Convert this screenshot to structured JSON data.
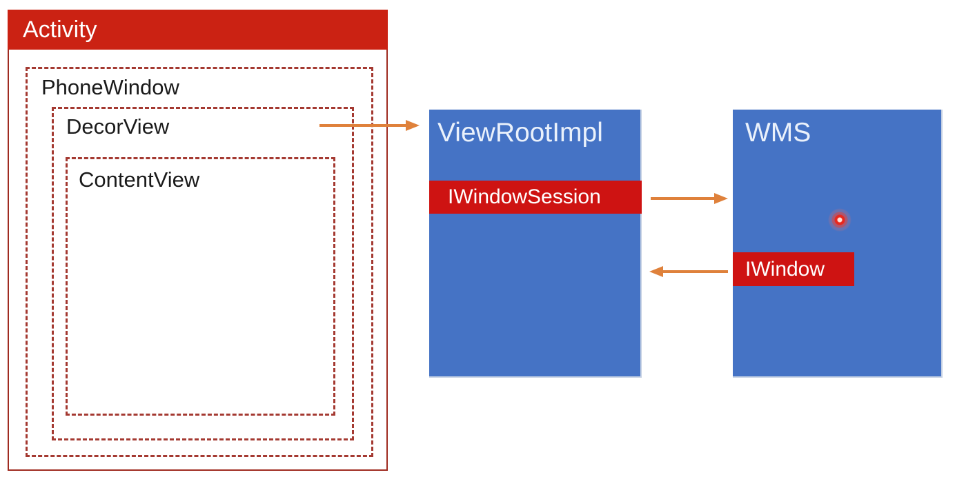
{
  "colors": {
    "header-red": "#CB2213",
    "accent-red": "#CE1312",
    "solid-border-red": "#9F2B20",
    "dashed-border-red": "#A43931",
    "box-blue": "#4573C5",
    "blue-box-title": "#EAF1FB",
    "arrow-orange": "#DF813B",
    "label-black": "#1A1A1A"
  },
  "diagram": {
    "activity": {
      "title": "Activity"
    },
    "phone_window": {
      "label": "PhoneWindow"
    },
    "decor_view": {
      "label": "DecorView"
    },
    "content_view": {
      "label": "ContentView"
    },
    "view_root_impl": {
      "title": "ViewRootImpl",
      "band_label": "IWindowSession"
    },
    "wms": {
      "title": "WMS",
      "iwindow_label": "IWindow"
    },
    "connections": [
      {
        "from": "DecorView",
        "to": "ViewRootImpl",
        "direction": "right"
      },
      {
        "from": "IWindowSession",
        "to": "WMS",
        "direction": "right"
      },
      {
        "from": "IWindow",
        "to": "ViewRootImpl",
        "direction": "left"
      }
    ]
  }
}
